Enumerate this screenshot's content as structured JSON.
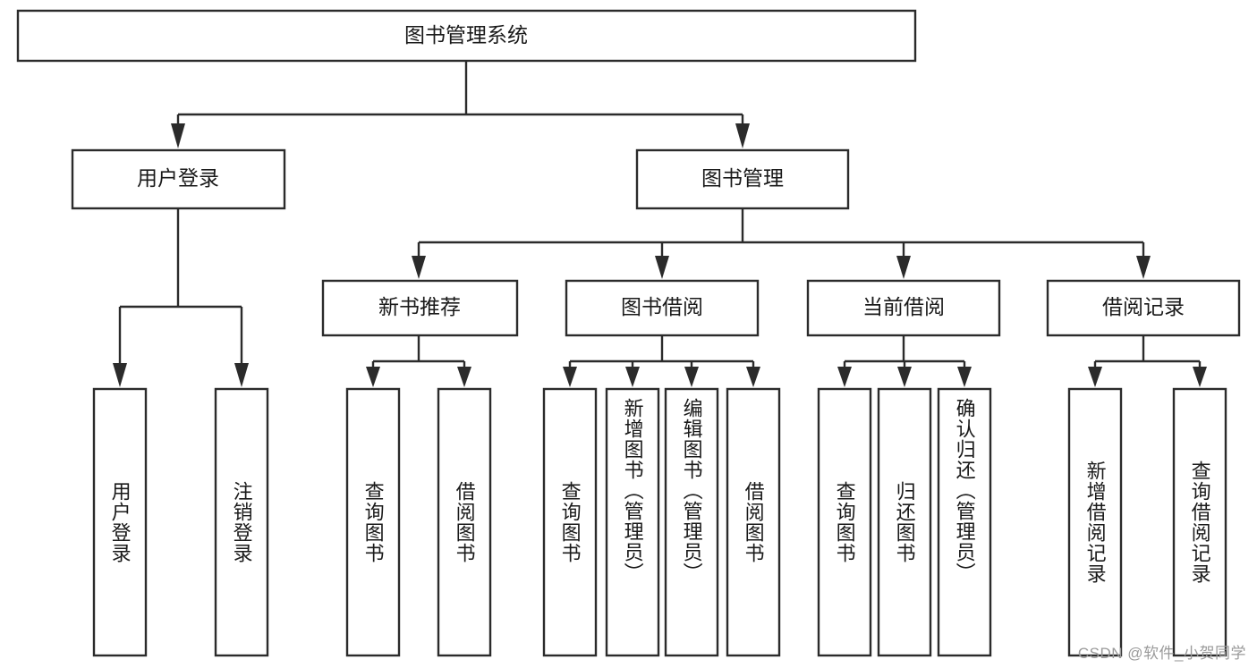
{
  "diagram": {
    "type": "tree-hierarchy",
    "title_node": {
      "id": "root",
      "label": "图书管理系统"
    },
    "level1": [
      {
        "id": "user-login",
        "label": "用户登录"
      },
      {
        "id": "book-management",
        "label": "图书管理"
      }
    ],
    "level2": [
      {
        "id": "new-book-recommend",
        "label": "新书推荐",
        "parent": "book-management"
      },
      {
        "id": "book-borrow",
        "label": "图书借阅",
        "parent": "book-management"
      },
      {
        "id": "current-borrow",
        "label": "当前借阅",
        "parent": "book-management"
      },
      {
        "id": "borrow-record",
        "label": "借阅记录",
        "parent": "book-management"
      }
    ],
    "leaves": [
      {
        "id": "leaf-user-login",
        "label": "用户登录",
        "parent": "user-login"
      },
      {
        "id": "leaf-logout-login",
        "label": "注销登录",
        "parent": "user-login"
      },
      {
        "id": "leaf-query-book-1",
        "label": "查询图书",
        "parent": "new-book-recommend"
      },
      {
        "id": "leaf-borrow-book-1",
        "label": "借阅图书",
        "parent": "new-book-recommend"
      },
      {
        "id": "leaf-query-book-2",
        "label": "查询图书",
        "parent": "book-borrow"
      },
      {
        "id": "leaf-add-book",
        "label": "新增图书（管理员）",
        "parent": "book-borrow"
      },
      {
        "id": "leaf-edit-book",
        "label": "编辑图书（管理员）",
        "parent": "book-borrow"
      },
      {
        "id": "leaf-borrow-book-2",
        "label": "借阅图书",
        "parent": "book-borrow"
      },
      {
        "id": "leaf-query-book-3",
        "label": "查询图书",
        "parent": "current-borrow"
      },
      {
        "id": "leaf-return-book",
        "label": "归还图书",
        "parent": "current-borrow"
      },
      {
        "id": "leaf-confirm-return",
        "label": "确认归还（管理员）",
        "parent": "current-borrow"
      },
      {
        "id": "leaf-add-record",
        "label": "新增借阅记录",
        "parent": "borrow-record"
      },
      {
        "id": "leaf-query-record",
        "label": "查询借阅记录",
        "parent": "borrow-record"
      }
    ],
    "watermark": "CSDN @软件_小贺同学",
    "colors": {
      "stroke": "#2b2b2b",
      "fill": "#ffffff",
      "text": "#1a1a1a",
      "watermark": "#9a9a9a"
    }
  }
}
